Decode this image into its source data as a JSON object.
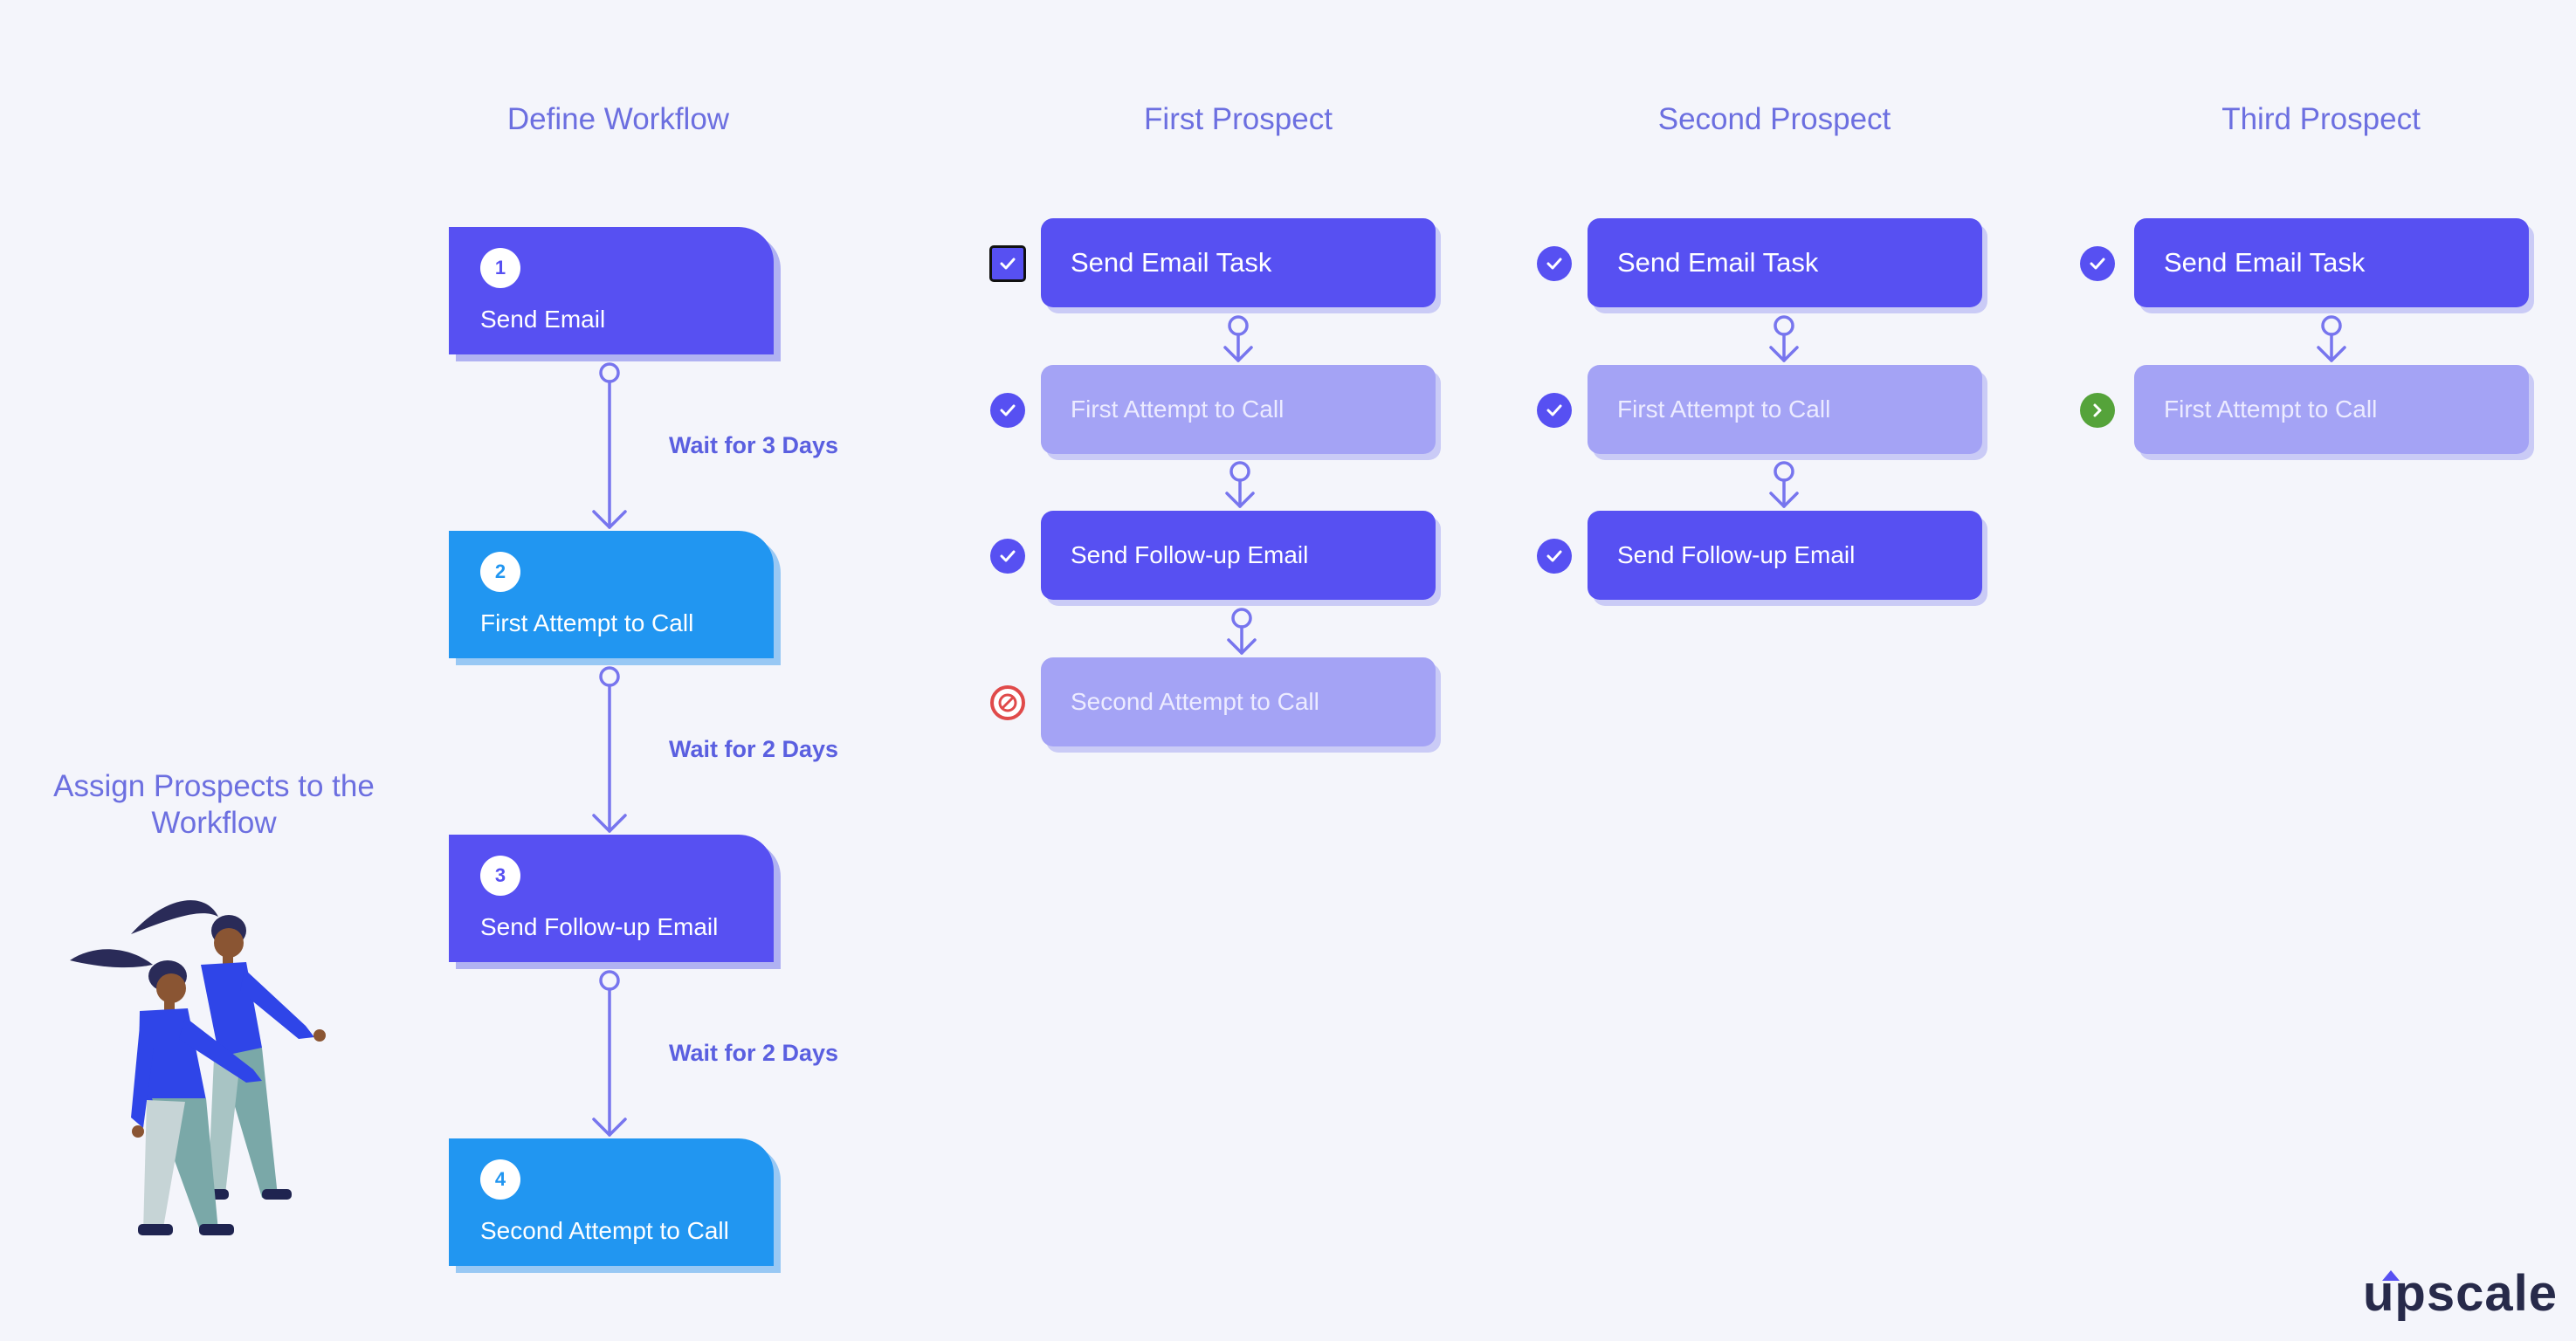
{
  "columns": {
    "define": "Define Workflow",
    "first": "First Prospect",
    "second": "Second Prospect",
    "third": "Third Prospect"
  },
  "assign_title": "Assign Prospects to the Workflow",
  "workflow": {
    "steps": [
      {
        "number": "1",
        "label": "Send Email"
      },
      {
        "number": "2",
        "label": "First Attempt to Call"
      },
      {
        "number": "3",
        "label": "Send Follow-up Email"
      },
      {
        "number": "4",
        "label": "Second Attempt to Call"
      }
    ],
    "waits": [
      "Wait for 3 Days",
      "Wait for 2 Days",
      "Wait for 2 Days"
    ]
  },
  "prospects": {
    "first": {
      "tasks": [
        {
          "label": "Send Email Task",
          "status": "done"
        },
        {
          "label": "First Attempt to Call",
          "status": "done"
        },
        {
          "label": "Send Follow-up Email",
          "status": "done"
        },
        {
          "label": "Second Attempt to Call",
          "status": "skipped"
        }
      ]
    },
    "second": {
      "tasks": [
        {
          "label": "Send Email Task",
          "status": "done"
        },
        {
          "label": "First Attempt to Call",
          "status": "done"
        },
        {
          "label": "Send Follow-up Email",
          "status": "done"
        }
      ]
    },
    "third": {
      "tasks": [
        {
          "label": "Send Email Task",
          "status": "done"
        },
        {
          "label": "First Attempt to Call",
          "status": "next"
        }
      ]
    }
  },
  "logo": "upscale",
  "colors": {
    "accent": "#5750f2",
    "accent_light": "#a4a3f5",
    "step_blue": "#2196f1",
    "title": "#6c6fe0",
    "ok": "#5750f2",
    "next": "#55a33a",
    "skipped": "#e04a4a"
  }
}
